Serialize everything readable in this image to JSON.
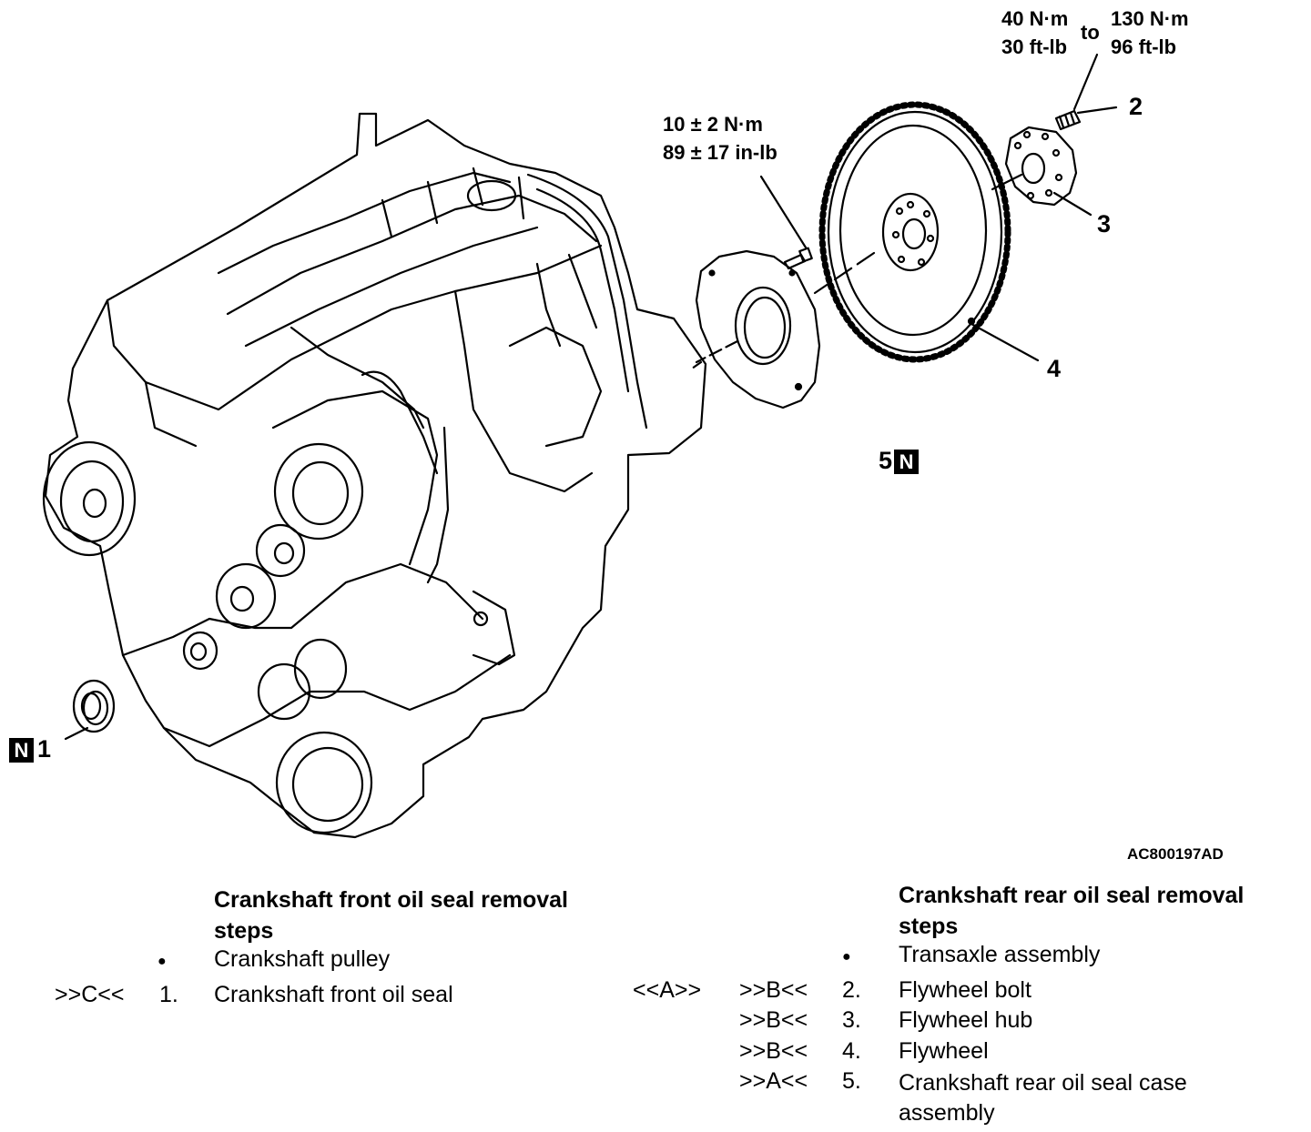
{
  "torque": {
    "flywheel_bolt": {
      "low_nm": "40 N·m",
      "low_ftlb": "30 ft-lb",
      "to": "to",
      "high_nm": "130 N·m",
      "high_ftlb": "96 ft-lb"
    },
    "seal_case_bolt": {
      "nm": "10 ± 2 N·m",
      "inlb": "89 ± 17 in-lb"
    }
  },
  "callouts": {
    "c1": "1",
    "c2": "2",
    "c3": "3",
    "c4": "4",
    "c5": "5",
    "new_part_mark": "N"
  },
  "figure_code": "AC800197AD",
  "front": {
    "heading": "Crankshaft front oil seal removal steps",
    "bullet_item": "Crankshaft pulley",
    "steps": [
      {
        "ref": ">>C<<",
        "num": "1.",
        "text": "Crankshaft front oil seal"
      }
    ]
  },
  "rear": {
    "heading": "Crankshaft rear oil seal removal steps",
    "bullet_item": "Transaxle assembly",
    "steps": [
      {
        "ref_a": "<<A>>",
        "ref_b": ">>B<<",
        "num": "2.",
        "text": "Flywheel bolt"
      },
      {
        "ref_a": "",
        "ref_b": ">>B<<",
        "num": "3.",
        "text": "Flywheel hub"
      },
      {
        "ref_a": "",
        "ref_b": ">>B<<",
        "num": "4.",
        "text": "Flywheel"
      },
      {
        "ref_a": "",
        "ref_b": ">>A<<",
        "num": "5.",
        "text": "Crankshaft rear oil seal case assembly"
      }
    ]
  }
}
